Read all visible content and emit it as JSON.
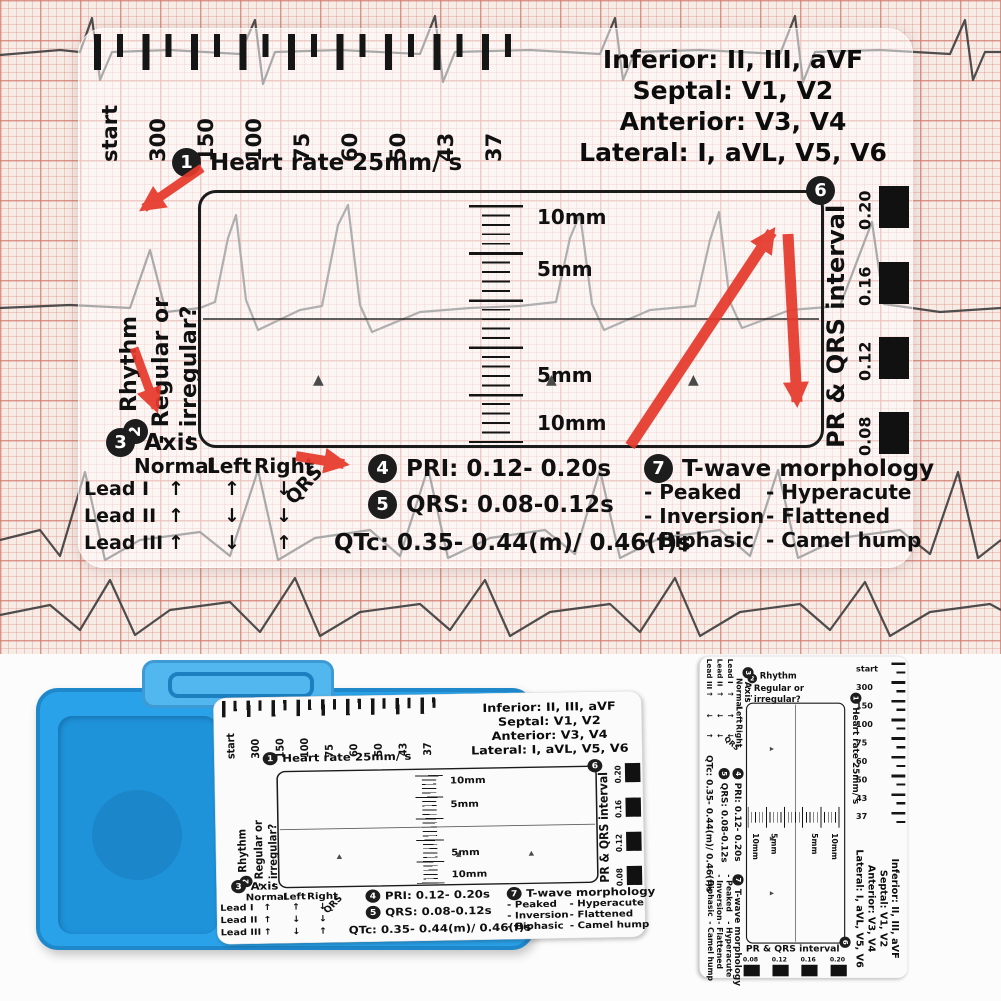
{
  "colors": {
    "accent_red": "#e6392c",
    "card_text": "#101010",
    "holder_blue": "#2aa2e9",
    "paper_bg": "#f7ebe6",
    "grid_line": "#d98e82",
    "trace": "#3c3c3c"
  },
  "card": {
    "rate_scale_labels": [
      "start",
      "300",
      "150",
      "100",
      "75",
      "60",
      "50",
      "43",
      "37"
    ],
    "lead_regions": [
      "Inferior: II, III, aVF",
      "Septal: V1, V2",
      "Anterior: V3, V4",
      "Lateral: I, aVL, V5, V6"
    ],
    "step1": {
      "num": "1",
      "label": "Heart rate 25mm/ s"
    },
    "step2": {
      "num": "2",
      "title": "Rhythm",
      "line1": "- Regular or",
      "line2": "- irregular?"
    },
    "step3": {
      "num": "3",
      "title": "Axis"
    },
    "step4": {
      "num": "4",
      "label": "PRI: 0.12- 0.20s"
    },
    "step5": {
      "num": "5",
      "label": "QRS: 0.08-0.12s"
    },
    "step6": {
      "num": "6"
    },
    "step7": {
      "num": "7",
      "title": "T-wave morphology",
      "col1": [
        "- Peaked",
        "- Inversion",
        "- Biphasic"
      ],
      "col2": [
        "- Hyperacute",
        "- Flattened",
        "- Camel hump"
      ]
    },
    "qtc": "QTc: 0.35- 0.44(m)/ 0.46(f)s",
    "axis": {
      "headers": [
        "Normal",
        "Left",
        "Right"
      ],
      "rows": [
        {
          "lead": "Lead I",
          "a": [
            "↑",
            "↑",
            "↓"
          ]
        },
        {
          "lead": "Lead II",
          "a": [
            "↑",
            "↓",
            "↓"
          ]
        },
        {
          "lead": "Lead III",
          "a": [
            "↑",
            "↓",
            "↑"
          ]
        }
      ],
      "qrs": "QRS"
    },
    "window": {
      "mm": [
        "10mm",
        "5mm",
        "5mm",
        "10mm"
      ],
      "tri": "▲"
    },
    "pr": {
      "title": "PR & QRS interval",
      "ticks": [
        "0.20",
        "0.16",
        "0.12",
        "0.08"
      ]
    }
  }
}
